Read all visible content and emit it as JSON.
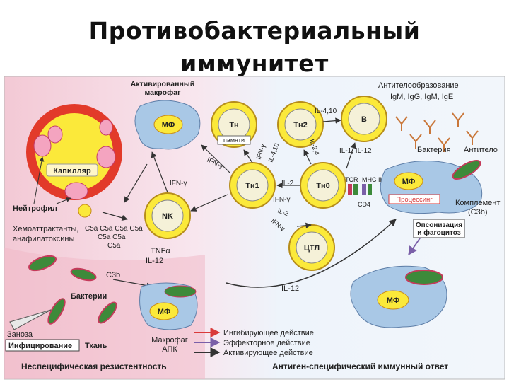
{
  "title": {
    "line1": "Противобактериальный",
    "line2": "иммунитет"
  },
  "colors": {
    "innate_bg": "#f2cbd6",
    "adaptive_bg": "#eef4fb",
    "cell_fill": "#fbe93a",
    "nucleus": "#2d7a3c",
    "macrophage": "#a9c8e6",
    "inhibit_arrow": "#d93a3a",
    "effector_arrow": "#7a5fa8",
    "activate_arrow": "#3a3a3a"
  },
  "labels": {
    "activated_mf_1": "Активированный",
    "activated_mf_2": "макрофаг",
    "mf": "МФ",
    "th": "Тн",
    "memory": "памяти",
    "th2": "Тн2",
    "th1": "Тн1",
    "th0": "Тн0",
    "b": "В",
    "nk": "NK",
    "ctl": "ЦТЛ",
    "antibody_formation": "Антителообразование",
    "ig_list": "IgM, IgG, IgM, IgE",
    "bacterium": "Бактерия",
    "antibody": "Антитело",
    "capillary": "Капилляр",
    "neutrophil": "Нейтрофил",
    "chemo_1": "Хемоаттрактанты,",
    "chemo_2": "анафилатоксины",
    "c5a_1": "C5a C5a C5a C5a",
    "c5a_2": "C5a C5a",
    "c5a_3": "C5a",
    "tnf": "TNFα",
    "il12": "IL-12",
    "c3b": "C3b",
    "bacteria": "Бактерии",
    "splinter": "Заноза",
    "infection": "Инфицирование",
    "tissue": "Ткань",
    "mf_apc_1": "Макрофаг",
    "mf_apc_2": "АПК",
    "nonspecific": "Неспецифическая резистентность",
    "specific": "Антиген-специфический иммунный ответ",
    "inhibit": "Ингибирующее действие",
    "effector": "Эффекторное действие",
    "activate": "Активирующее действие",
    "il410": "IL-4,10",
    "il24": "IL-2,4",
    "ifn_g": "IFN-γ",
    "ifn_g_b": "IFN-γ",
    "ifn_g_c": "IFN-γ",
    "ifn_g_d": "IFN-γ",
    "ifn_g_e": "IFN-γ",
    "il410b": "IL-4,10",
    "il2": "IL-2",
    "il2b": "IL-2",
    "il1_12": "IL-1, IL-12",
    "tcr": "TCR",
    "mhc": "MHC II",
    "cd4": "CD4",
    "processing": "Процессинг",
    "complement_1": "Комплемент",
    "complement_2": "(C3b)",
    "opson_1": "Опсонизация",
    "opson_2": "и фагоцитоз",
    "il12_bottom": "IL-12"
  }
}
